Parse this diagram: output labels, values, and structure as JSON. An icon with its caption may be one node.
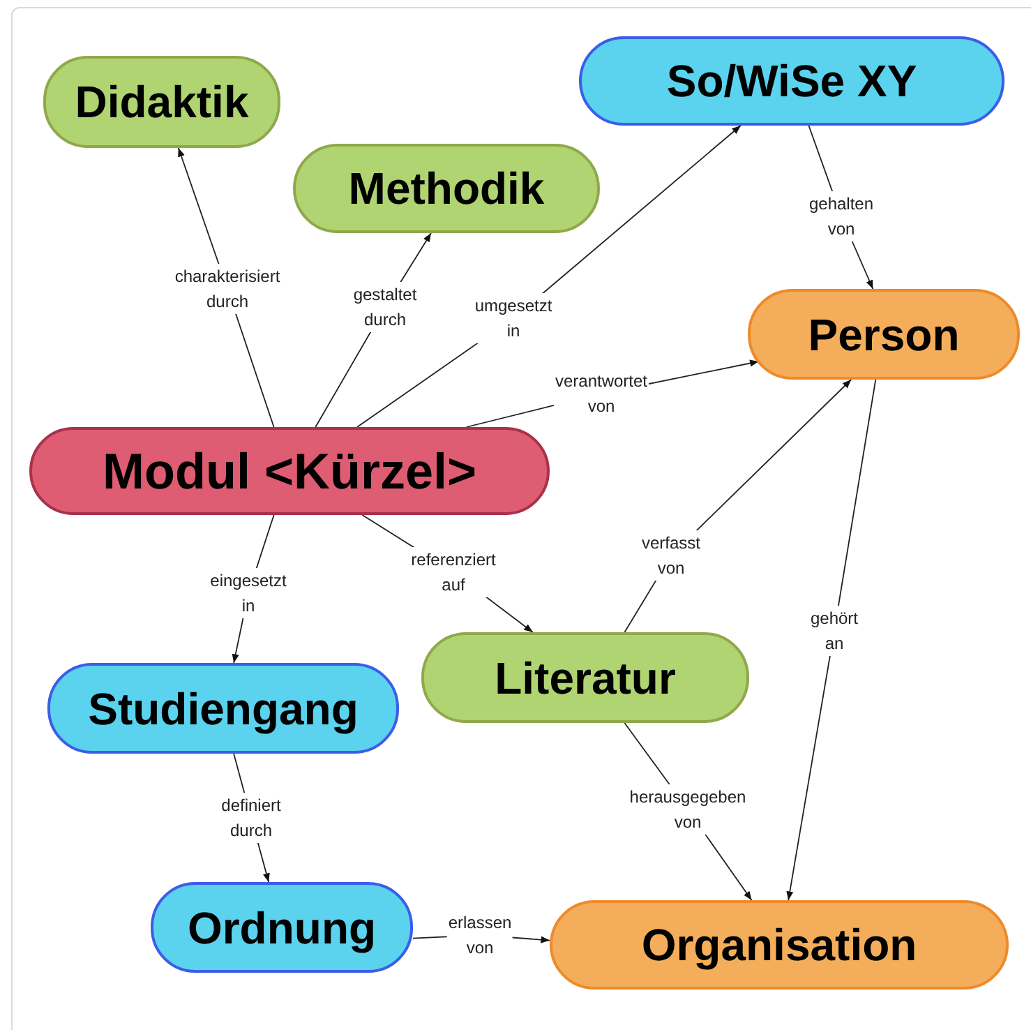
{
  "diagram": {
    "nodes": [
      {
        "text": [
          "Didaktik"
        ]
      },
      {
        "text": [
          "Methodik"
        ]
      },
      {
        "text": [
          "So/WiSe XY"
        ]
      },
      {
        "text": [
          "Person"
        ]
      },
      {
        "text": [
          "Modul <Kürzel>"
        ]
      },
      {
        "text": [
          "Literatur"
        ]
      },
      {
        "text": [
          "Studiengang"
        ]
      },
      {
        "text": [
          "Ordnung"
        ]
      },
      {
        "text": [
          "Organisation"
        ]
      }
    ],
    "edges": [
      {
        "from": 4,
        "to": 0,
        "arrow": "to",
        "label": "charakterisiert durch"
      },
      {
        "from": 4,
        "to": 1,
        "arrow": "to",
        "label": "gestaltet durch"
      },
      {
        "from": 4,
        "to": 2,
        "arrow": "to",
        "label": "umgesetzt in"
      },
      {
        "from": 4,
        "to": 3,
        "arrow": "to",
        "label": "verantwortet von"
      },
      {
        "from": 2,
        "to": 3,
        "arrow": "to",
        "label": "gehalten von"
      },
      {
        "from": 4,
        "to": 6,
        "arrow": "to",
        "label": "eingesetzt in"
      },
      {
        "from": 4,
        "to": 5,
        "arrow": "to",
        "label": "referenziert auf"
      },
      {
        "from": 5,
        "to": 3,
        "arrow": "to",
        "label": "verfasst von"
      },
      {
        "from": 3,
        "to": 8,
        "arrow": "to",
        "label": "gehört an"
      },
      {
        "from": 5,
        "to": 8,
        "arrow": "to",
        "label": "herausgegeben von"
      },
      {
        "from": 6,
        "to": 7,
        "arrow": "to",
        "label": "definiert durch"
      },
      {
        "from": 7,
        "to": 8,
        "arrow": "to",
        "label": "erlassen von"
      }
    ]
  }
}
